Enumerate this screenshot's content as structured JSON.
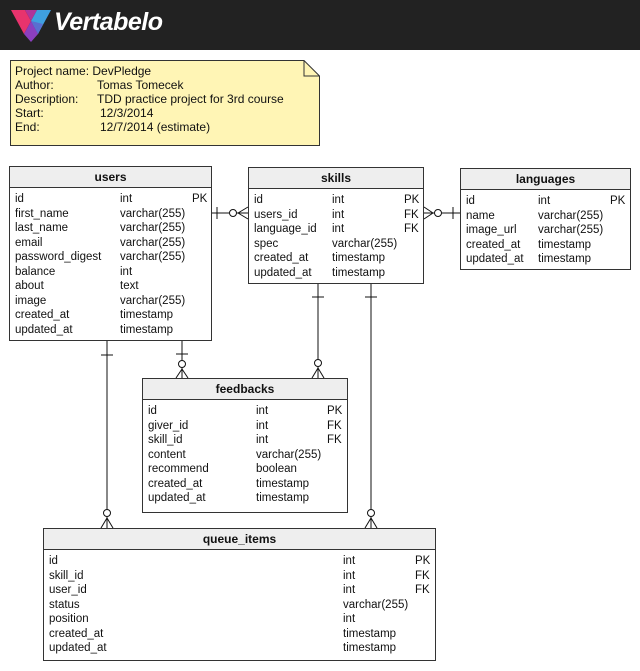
{
  "brand": {
    "name": "Vertabelo",
    "colors": [
      "#e8336d",
      "#8b3fbf",
      "#3fa0e0"
    ]
  },
  "project": {
    "name_label": "Project name:",
    "name": "DevPledge",
    "author_label": "Author:",
    "author": "Tomas Tomecek",
    "description_label": "Description:",
    "description": "TDD practice project for 3rd course",
    "start_label": "Start:",
    "start": "12/3/2014",
    "end_label": "End:",
    "end": "12/7/2014 (estimate)"
  },
  "tables": {
    "users": {
      "name": "users",
      "columns": [
        [
          "id",
          "int",
          "PK"
        ],
        [
          "first_name",
          "varchar(255)",
          ""
        ],
        [
          "last_name",
          "varchar(255)",
          ""
        ],
        [
          "email",
          "varchar(255)",
          ""
        ],
        [
          "password_digest",
          "varchar(255)",
          ""
        ],
        [
          "balance",
          "int",
          ""
        ],
        [
          "about",
          "text",
          ""
        ],
        [
          "image",
          "varchar(255)",
          ""
        ],
        [
          "created_at",
          "timestamp",
          ""
        ],
        [
          "updated_at",
          "timestamp",
          ""
        ]
      ]
    },
    "skills": {
      "name": "skills",
      "columns": [
        [
          "id",
          "int",
          "PK"
        ],
        [
          "users_id",
          "int",
          "FK"
        ],
        [
          "language_id",
          "int",
          "FK"
        ],
        [
          "spec",
          "varchar(255)",
          ""
        ],
        [
          "created_at",
          "timestamp",
          ""
        ],
        [
          "updated_at",
          "timestamp",
          ""
        ]
      ]
    },
    "languages": {
      "name": "languages",
      "columns": [
        [
          "id",
          "int",
          "PK"
        ],
        [
          "name",
          "varchar(255)",
          ""
        ],
        [
          "image_url",
          "varchar(255)",
          ""
        ],
        [
          "created_at",
          "timestamp",
          ""
        ],
        [
          "updated_at",
          "timestamp",
          ""
        ]
      ]
    },
    "feedbacks": {
      "name": "feedbacks",
      "columns": [
        [
          "id",
          "int",
          "PK"
        ],
        [
          "giver_id",
          "int",
          "FK"
        ],
        [
          "skill_id",
          "int",
          "FK"
        ],
        [
          "content",
          "varchar(255)",
          ""
        ],
        [
          "recommend",
          "boolean",
          ""
        ],
        [
          "created_at",
          "timestamp",
          ""
        ],
        [
          "updated_at",
          "timestamp",
          ""
        ]
      ]
    },
    "queue_items": {
      "name": "queue_items",
      "columns": [
        [
          "id",
          "int",
          "PK"
        ],
        [
          "skill_id",
          "int",
          "FK"
        ],
        [
          "user_id",
          "int",
          "FK"
        ],
        [
          "status",
          "varchar(255)",
          ""
        ],
        [
          "position",
          "int",
          ""
        ],
        [
          "created_at",
          "timestamp",
          ""
        ],
        [
          "updated_at",
          "timestamp",
          ""
        ]
      ]
    }
  }
}
